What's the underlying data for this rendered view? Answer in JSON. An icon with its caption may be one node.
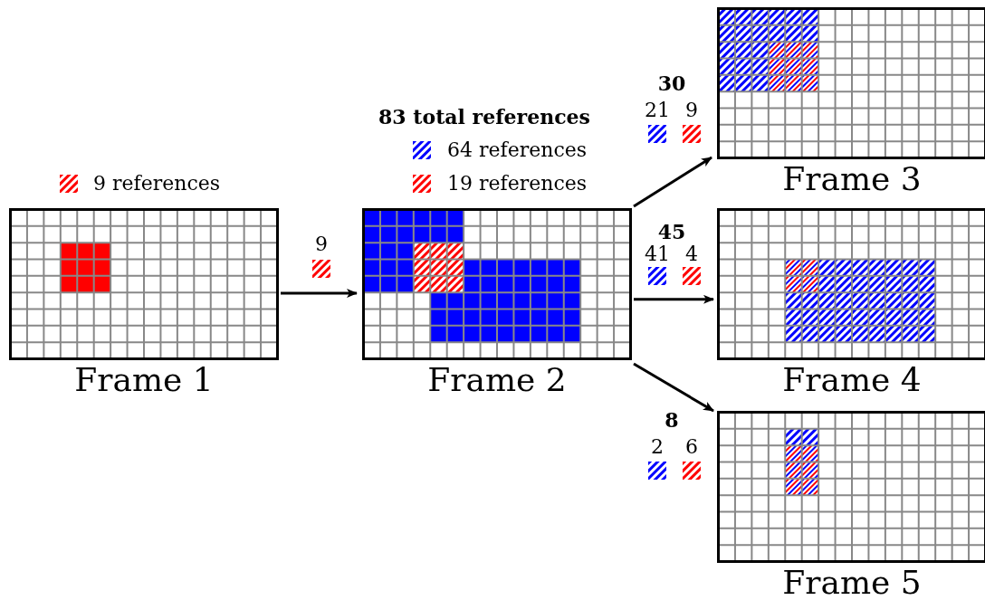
{
  "diagram": {
    "nodes": [
      {
        "text": [
          "Frame 1"
        ],
        "beside": [
          "9 references"
        ]
      },
      {
        "text": [
          "Frame 2"
        ],
        "beside": [
          "83 total references",
          "64 references",
          "19 references"
        ]
      },
      {
        "text": [
          "Frame 3"
        ]
      },
      {
        "text": [
          "Frame 4"
        ]
      },
      {
        "text": [
          "Frame 5"
        ]
      }
    ],
    "edges": [
      {
        "from": 0,
        "to": 1,
        "arrow": "to",
        "label": "9"
      },
      {
        "from": 1,
        "to": 2,
        "arrow": "to",
        "label": "30"
      },
      {
        "from": 1,
        "to": 3,
        "arrow": "to",
        "label": "45"
      },
      {
        "from": 1,
        "to": 4,
        "arrow": "to",
        "label": "8"
      }
    ],
    "labels": [
      "21",
      "9",
      "41",
      "4",
      "2",
      "6"
    ]
  }
}
